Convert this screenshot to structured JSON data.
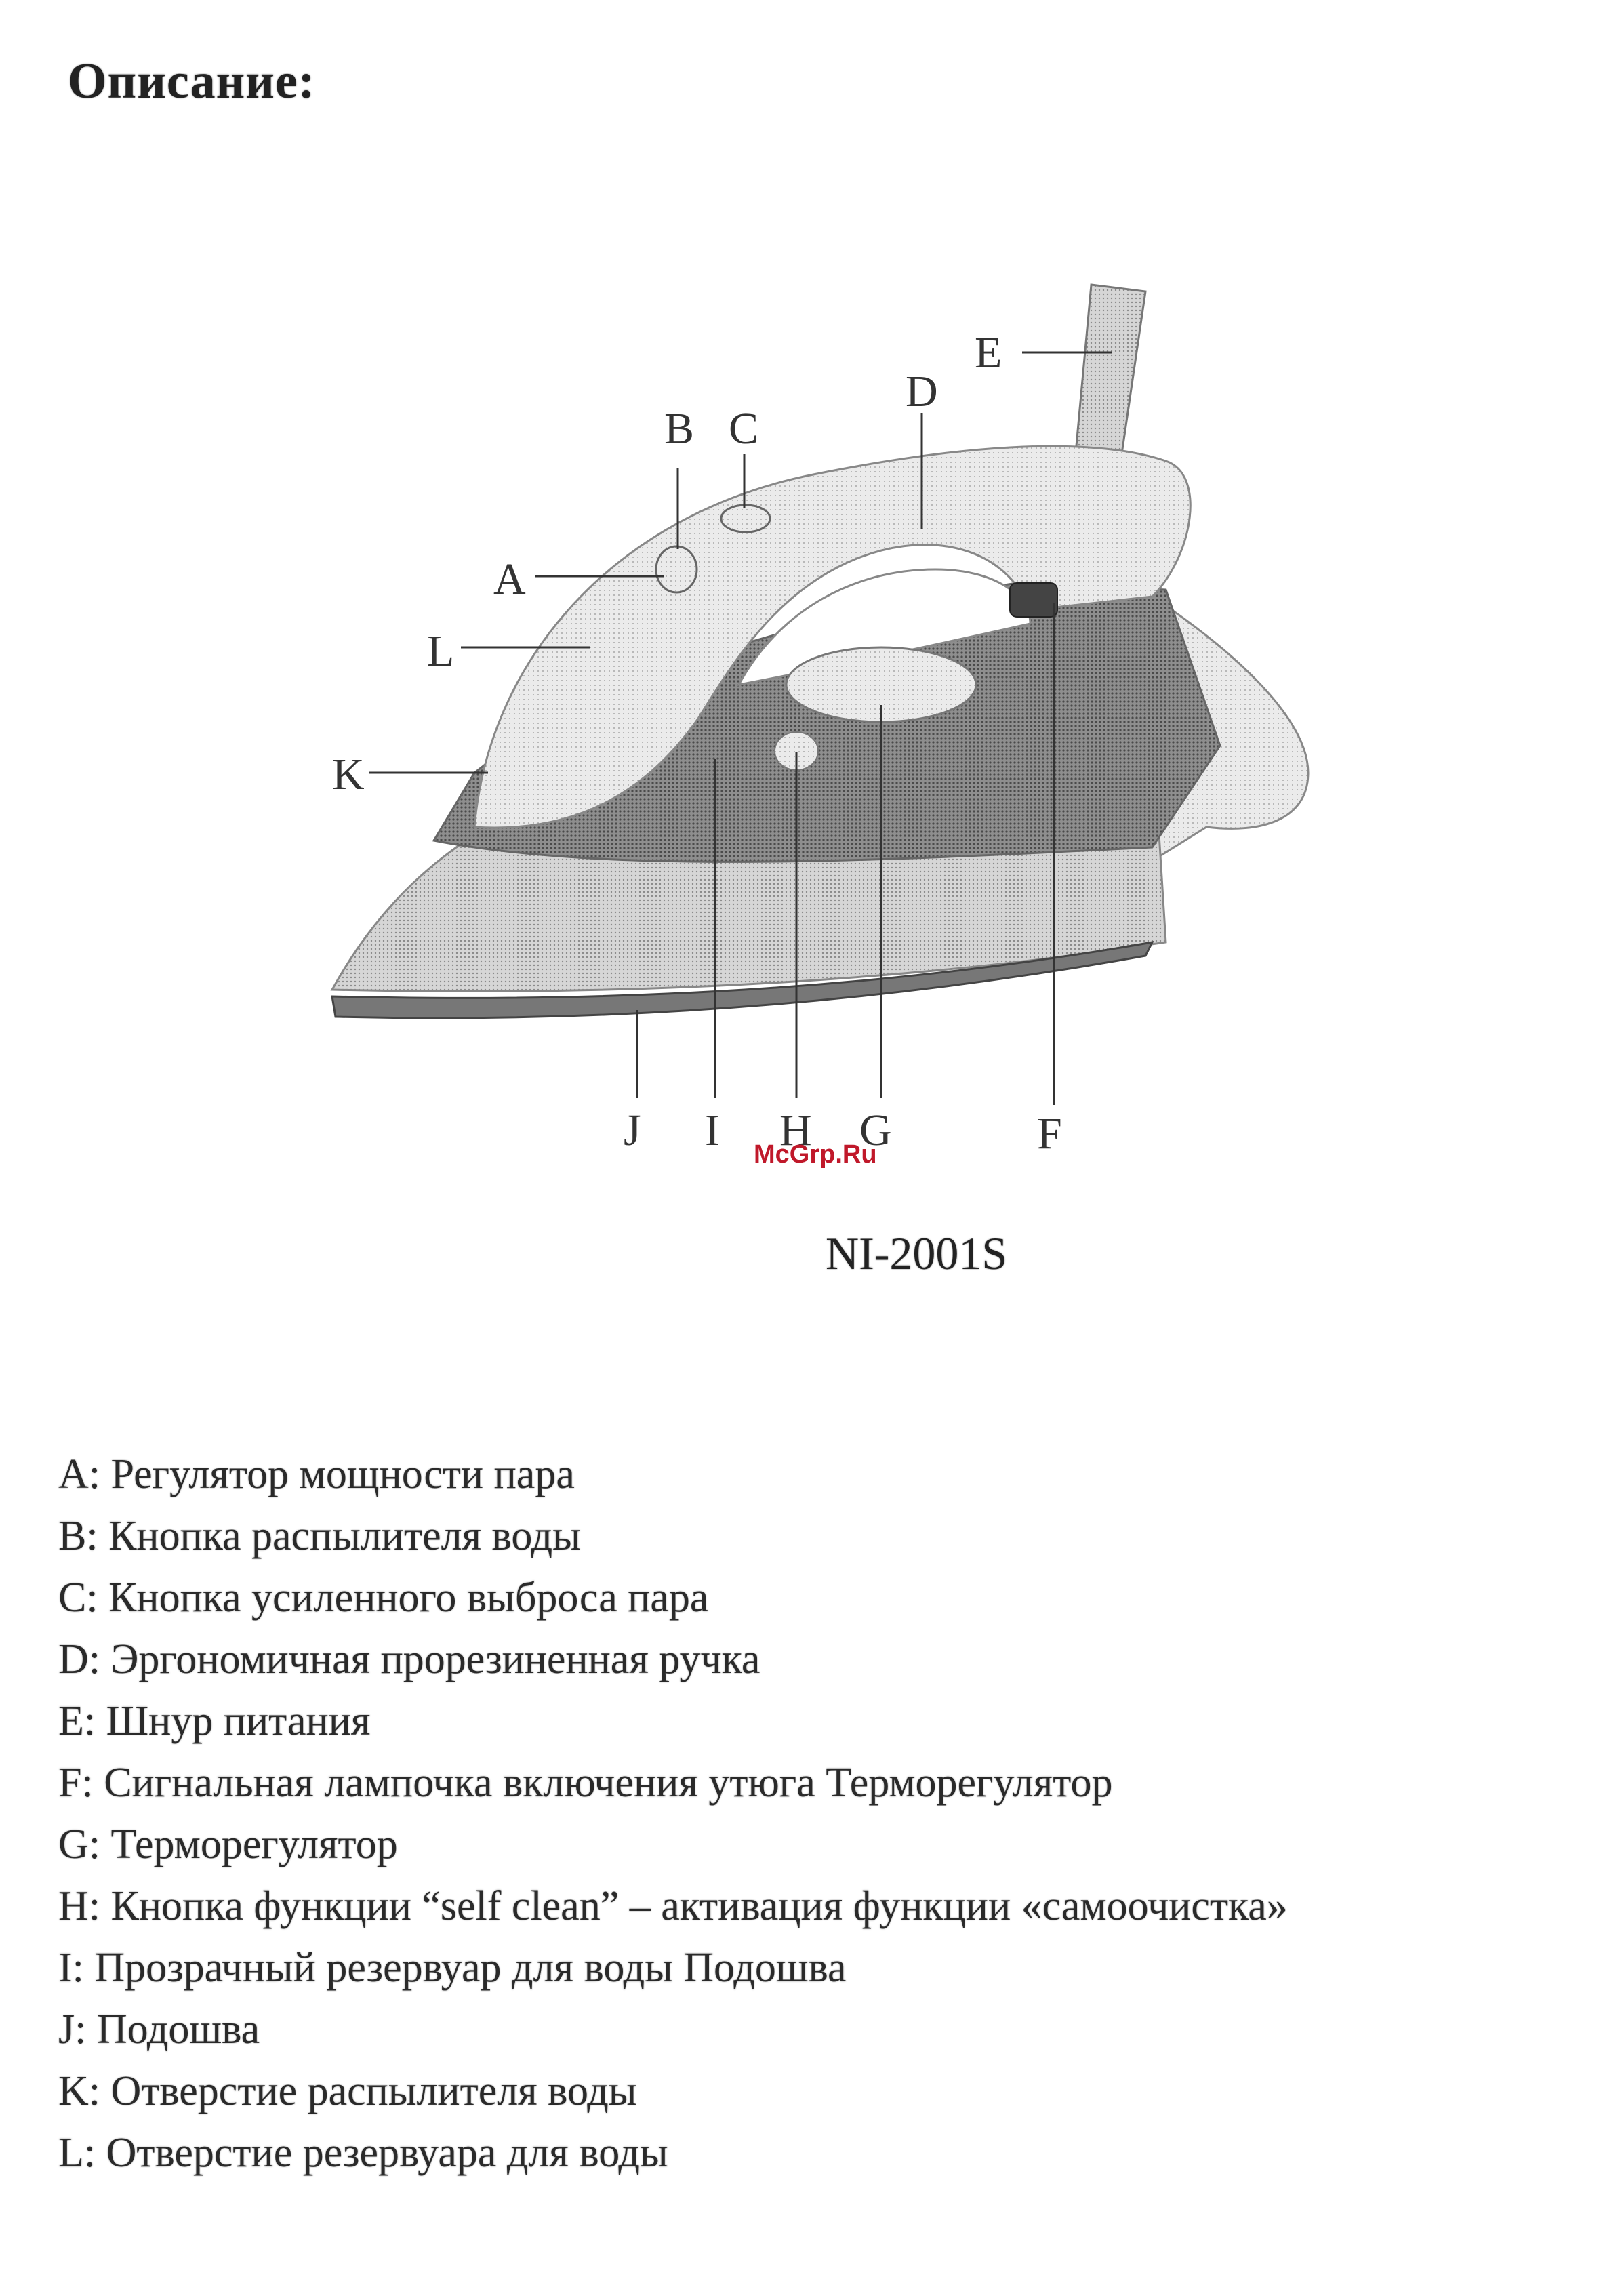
{
  "heading": "Описание:",
  "diagram": {
    "callouts": {
      "A": "A",
      "B": "B",
      "C": "C",
      "D": "D",
      "E": "E",
      "F": "F",
      "G": "G",
      "H": "H",
      "I": "I",
      "J": "J",
      "K": "K",
      "L": "L"
    }
  },
  "watermark": "McGrp.Ru",
  "model": "NI-2001S",
  "legend": [
    "A: Регулятор мощности пара",
    "B: Кнопка распылителя воды",
    "C: Кнопка усиленного выброса пара",
    "D: Эргономичная прорезиненная ручка",
    "E: Шнур питания",
    "F: Сигнальная лампочка включения утюга Терморегулятор",
    "G: Терморегулятор",
    "H: Кнопка функции “self clean” – активация функции «самоочистка»",
    "I: Прозрачный резервуар для воды Подошва",
    "J: Подошва",
    "K: Отверстие распылителя воды",
    "L: Отверстие резервуара для воды"
  ]
}
